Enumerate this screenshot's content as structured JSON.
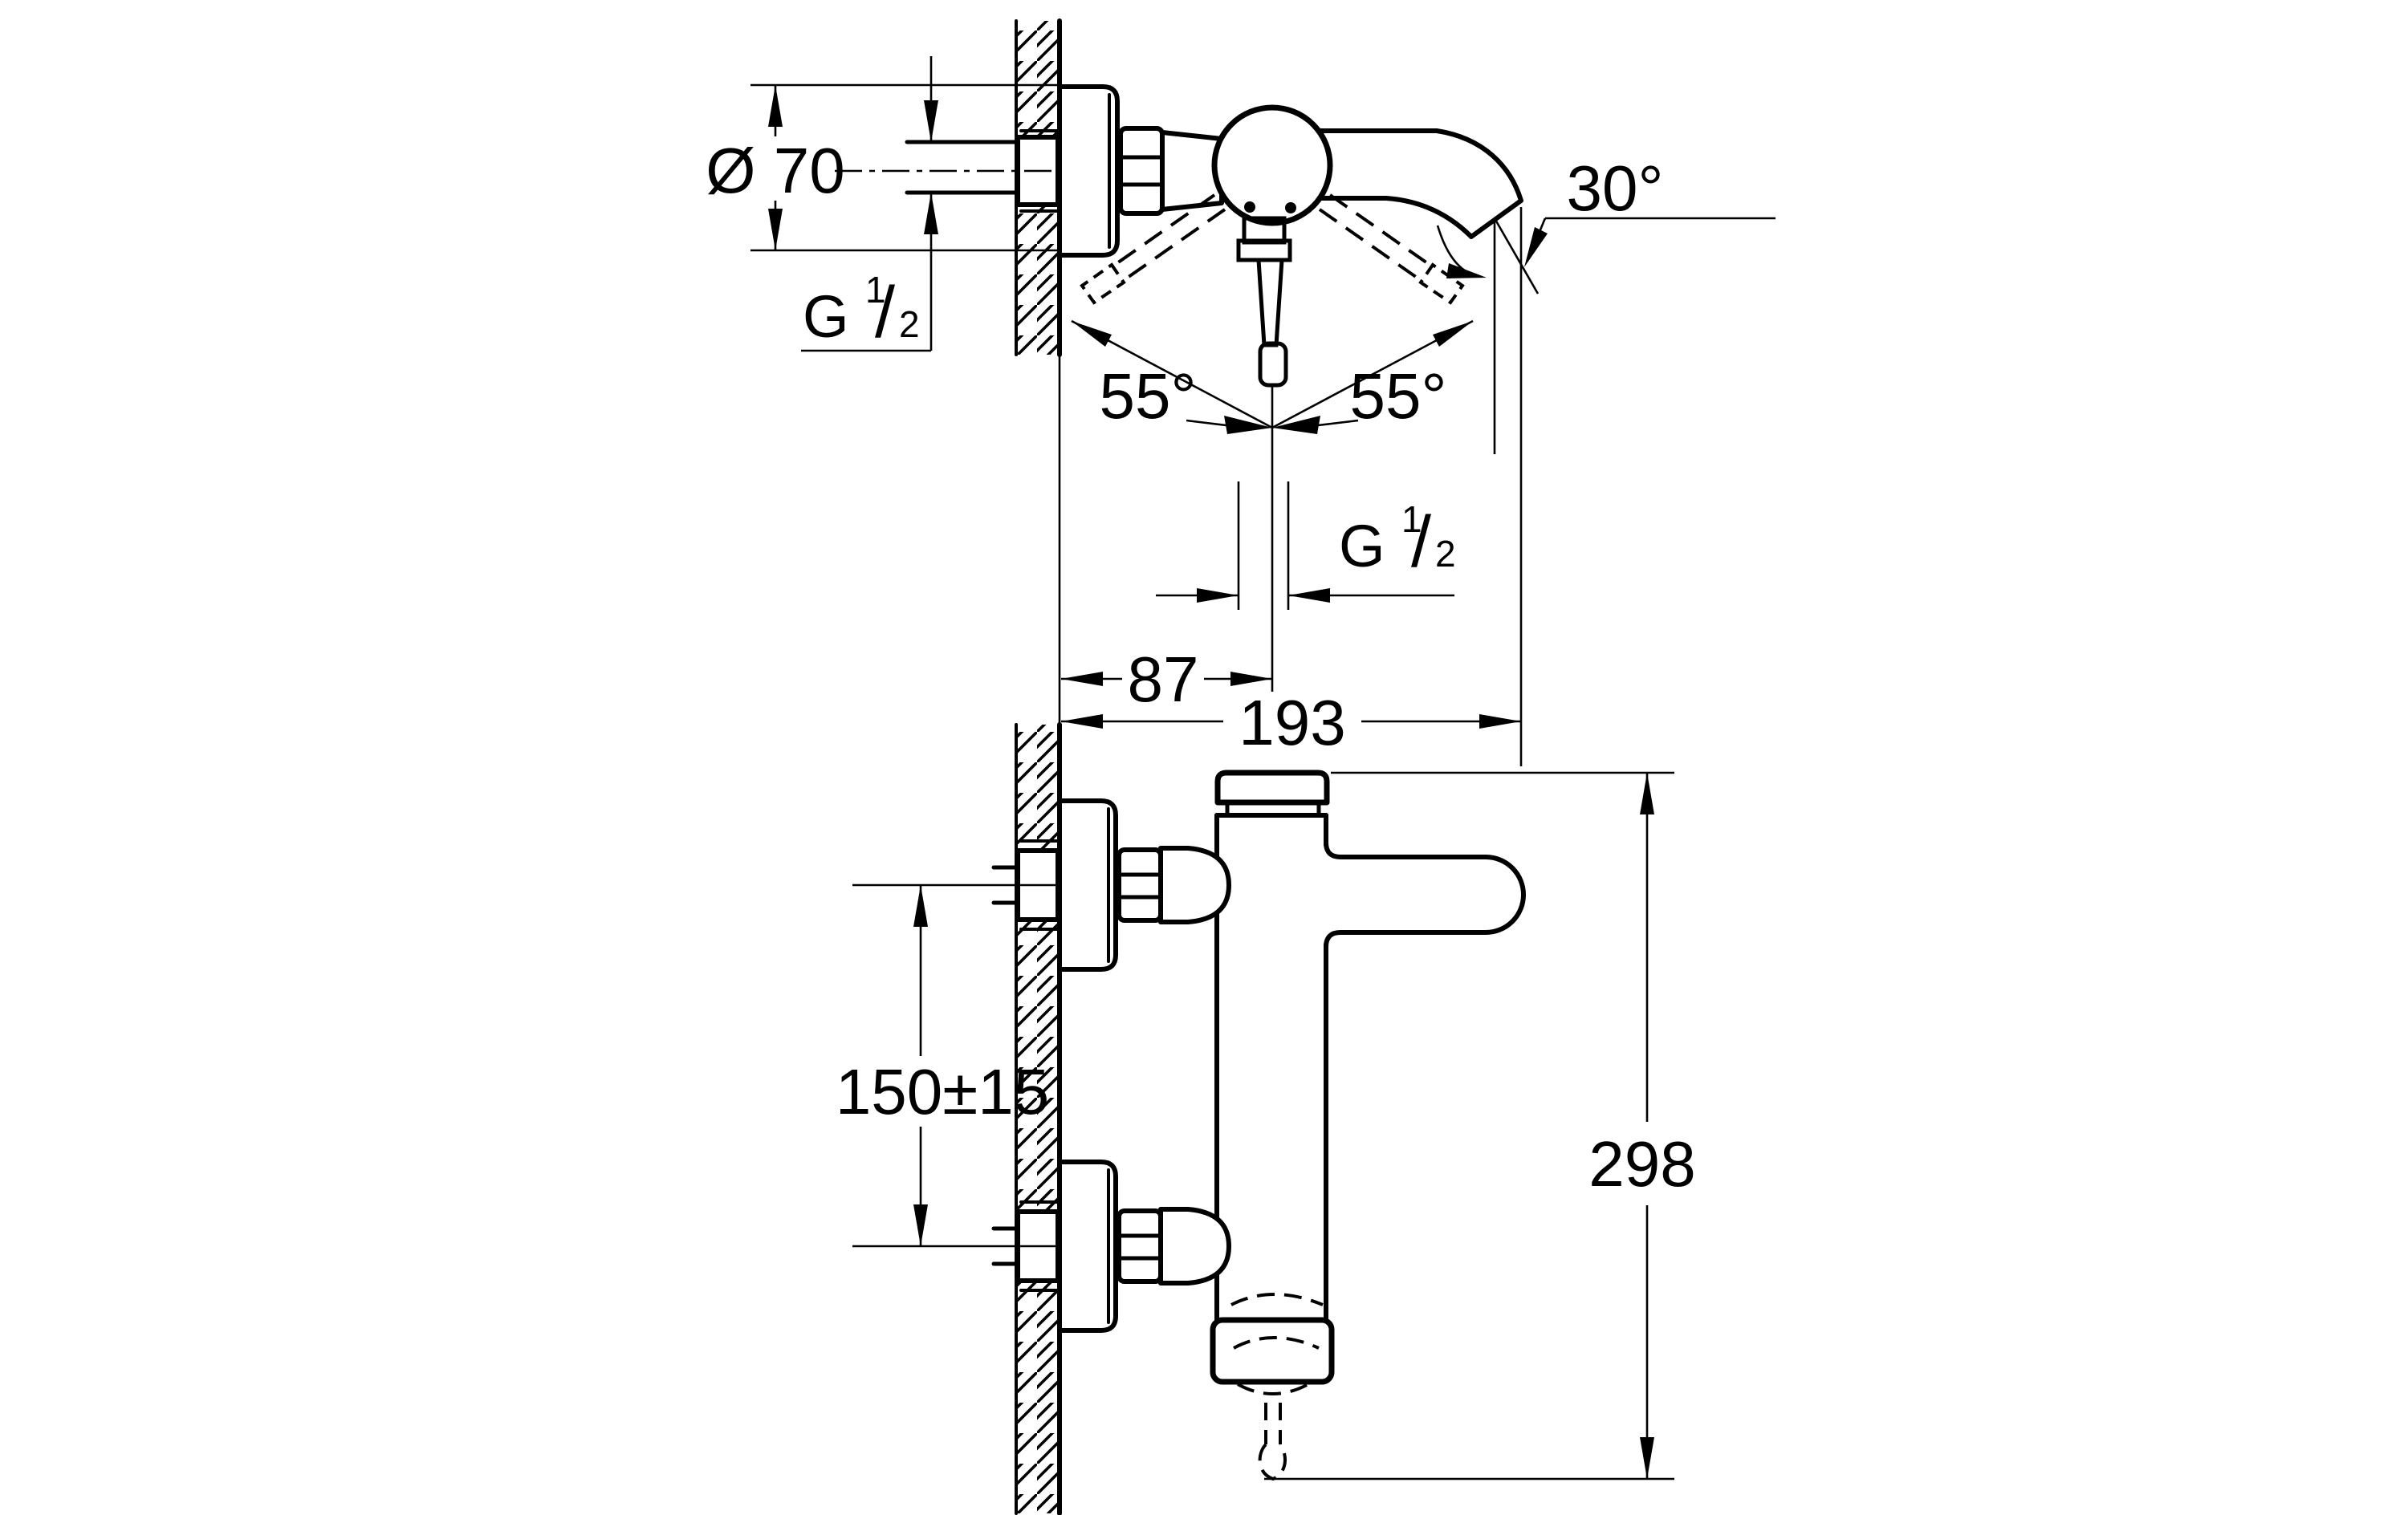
{
  "drawing": {
    "background": "#ffffff",
    "ink_color": "#000000",
    "top_view": {
      "diameter": "Ø 70",
      "thread_inlet": {
        "base": "G",
        "num": "1",
        "slash": "/",
        "den": "2"
      },
      "thread_outlet": {
        "base": "G",
        "num": "1",
        "slash": "/",
        "den": "2"
      },
      "swivel_left": "55°",
      "swivel_right": "55°",
      "spout_angle": "30°",
      "wall_to_center": "87",
      "wall_to_spout_tip": "193"
    },
    "side_view": {
      "connection_spacing": "150±15",
      "total_height": "298"
    }
  }
}
